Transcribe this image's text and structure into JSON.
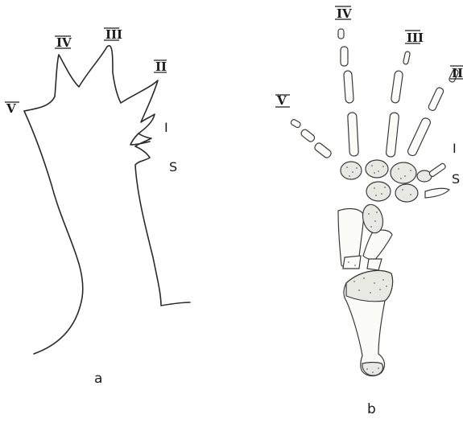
{
  "panel_a": {
    "caption": "a",
    "digit_labels": {
      "v": "V",
      "iv": "IV",
      "iii": "III",
      "ii": "II",
      "i": "I",
      "s": "S"
    }
  },
  "panel_b": {
    "caption": "b",
    "digit_labels": {
      "v": "V",
      "iv": "IV",
      "iii": "III",
      "ii": "II",
      "i": "I",
      "s": "S"
    }
  },
  "colors": {
    "ink": "#2a2a2a",
    "background": "#ffffff",
    "stipple": "#6b6b6b"
  }
}
